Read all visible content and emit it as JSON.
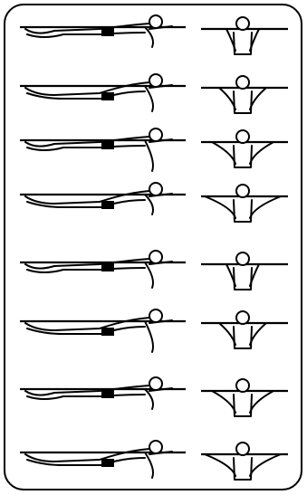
{
  "figure": {
    "colors": {
      "ink": "#000000",
      "paper": "#ffffff"
    },
    "rows": [
      {
        "stroke_phase": 1,
        "views": [
          "side-view",
          "front-view"
        ]
      },
      {
        "stroke_phase": 2,
        "views": [
          "side-view",
          "front-view"
        ]
      },
      {
        "stroke_phase": 3,
        "views": [
          "side-view",
          "front-view"
        ]
      },
      {
        "stroke_phase": 4,
        "views": [
          "side-view",
          "front-view"
        ]
      },
      {
        "stroke_phase": 5,
        "views": [
          "side-view",
          "front-view"
        ]
      },
      {
        "stroke_phase": 6,
        "views": [
          "side-view",
          "front-view"
        ]
      },
      {
        "stroke_phase": 7,
        "views": [
          "side-view",
          "front-view"
        ]
      },
      {
        "stroke_phase": 8,
        "views": [
          "side-view",
          "front-view"
        ]
      }
    ]
  }
}
